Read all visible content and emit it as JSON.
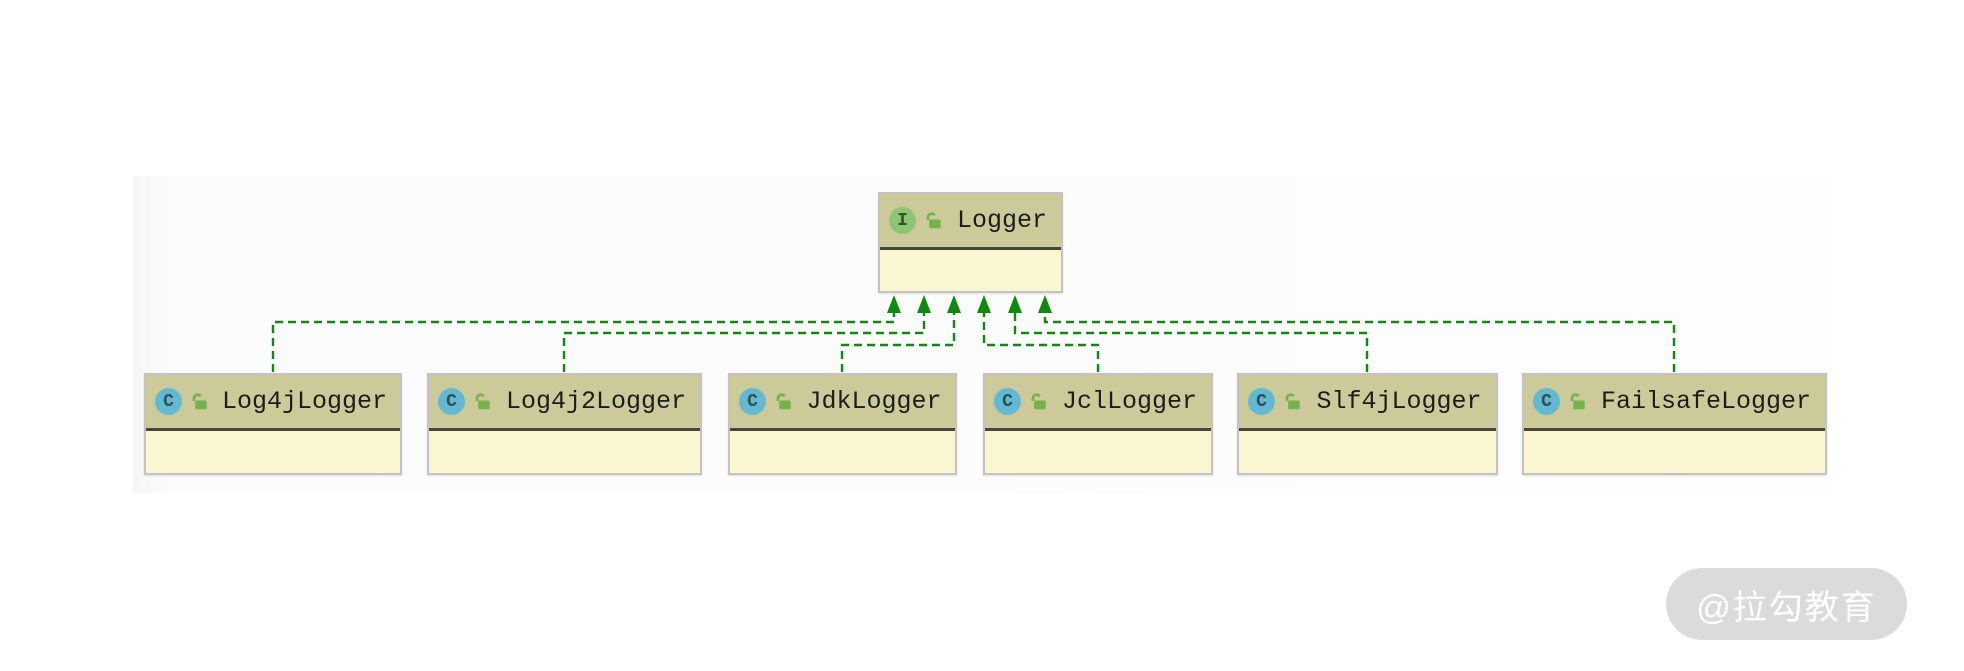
{
  "diagram": {
    "nodes": {
      "interface": {
        "name": "Logger",
        "badge": "I",
        "kind": "interface",
        "visibility": "public"
      },
      "classes": [
        {
          "name": "Log4jLogger",
          "badge": "C"
        },
        {
          "name": "Log4j2Logger",
          "badge": "C"
        },
        {
          "name": "JdkLogger",
          "badge": "C"
        },
        {
          "name": "JclLogger",
          "badge": "C"
        },
        {
          "name": "Slf4jLogger",
          "badge": "C"
        },
        {
          "name": "FailsafeLogger",
          "badge": "C"
        }
      ]
    },
    "edges": [
      {
        "from": "Log4jLogger",
        "to": "Logger",
        "type": "realization"
      },
      {
        "from": "Log4j2Logger",
        "to": "Logger",
        "type": "realization"
      },
      {
        "from": "JdkLogger",
        "to": "Logger",
        "type": "realization"
      },
      {
        "from": "JclLogger",
        "to": "Logger",
        "type": "realization"
      },
      {
        "from": "Slf4jLogger",
        "to": "Logger",
        "type": "realization"
      },
      {
        "from": "FailsafeLogger",
        "to": "Logger",
        "type": "realization"
      }
    ],
    "colors": {
      "node_header": "#ccca98",
      "node_body": "#faf6d2",
      "separator": "#44473c",
      "edge_green": "#0e8a0e",
      "interface_badge": "#8cc573",
      "class_badge": "#63b9d1",
      "lock_green": "#76b24c",
      "watermark_bg": "#d8d8d8"
    }
  },
  "watermark": {
    "text": "@拉勾教育"
  }
}
